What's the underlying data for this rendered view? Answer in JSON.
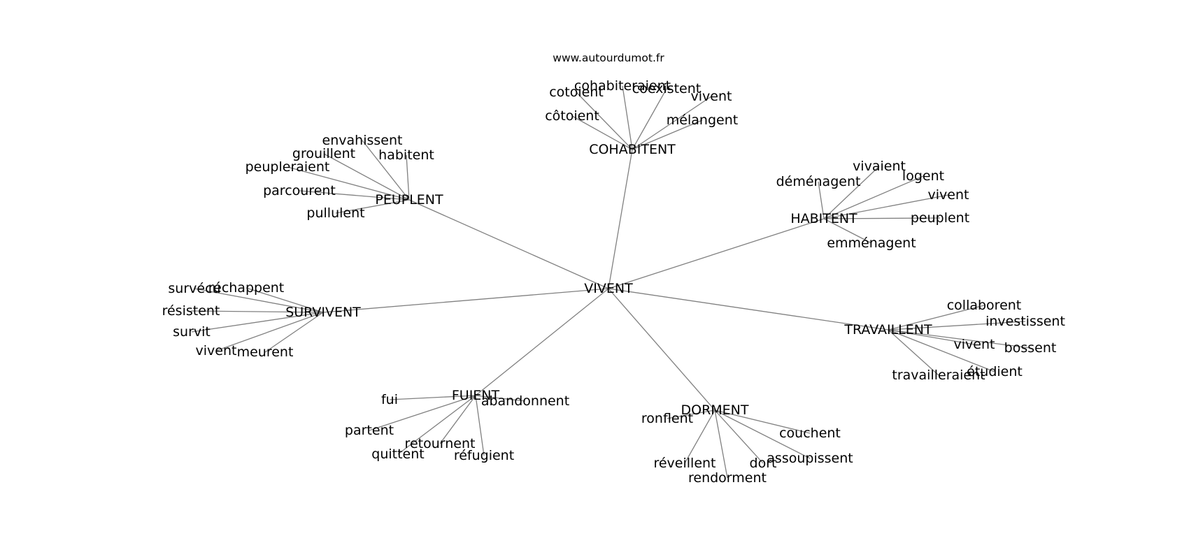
{
  "site_text": "www.autourdumot.fr",
  "graph": {
    "center": "VIVENT",
    "edge_color": "#808080",
    "groups": [
      {
        "hub": "COHABITENT",
        "words": [
          "cohabiteraient",
          "cotoient",
          "coexistent",
          "vivent",
          "côtoient",
          "mélangent"
        ]
      },
      {
        "hub": "PEUPLENT",
        "words": [
          "envahissent",
          "grouillent",
          "habitent",
          "peupleraient",
          "parcourent",
          "pullulent"
        ]
      },
      {
        "hub": "HABITENT",
        "words": [
          "vivaient",
          "logent",
          "déménagent",
          "vivent",
          "peuplent",
          "emménagent"
        ]
      },
      {
        "hub": "SURVIVENT",
        "words": [
          "survécu",
          "réchappent",
          "résistent",
          "survit",
          "vivent",
          "meurent"
        ]
      },
      {
        "hub": "TRAVAILLENT",
        "words": [
          "collaborent",
          "investissent",
          "vivent",
          "bossent",
          "étudient",
          "travailleraient"
        ]
      },
      {
        "hub": "FUIENT",
        "words": [
          "fui",
          "abandonnent",
          "partent",
          "retournent",
          "quittent",
          "réfugient"
        ]
      },
      {
        "hub": "DORMENT",
        "words": [
          "ronflent",
          "couchent",
          "assoupissent",
          "dort",
          "réveillent",
          "rendorment"
        ]
      }
    ]
  }
}
